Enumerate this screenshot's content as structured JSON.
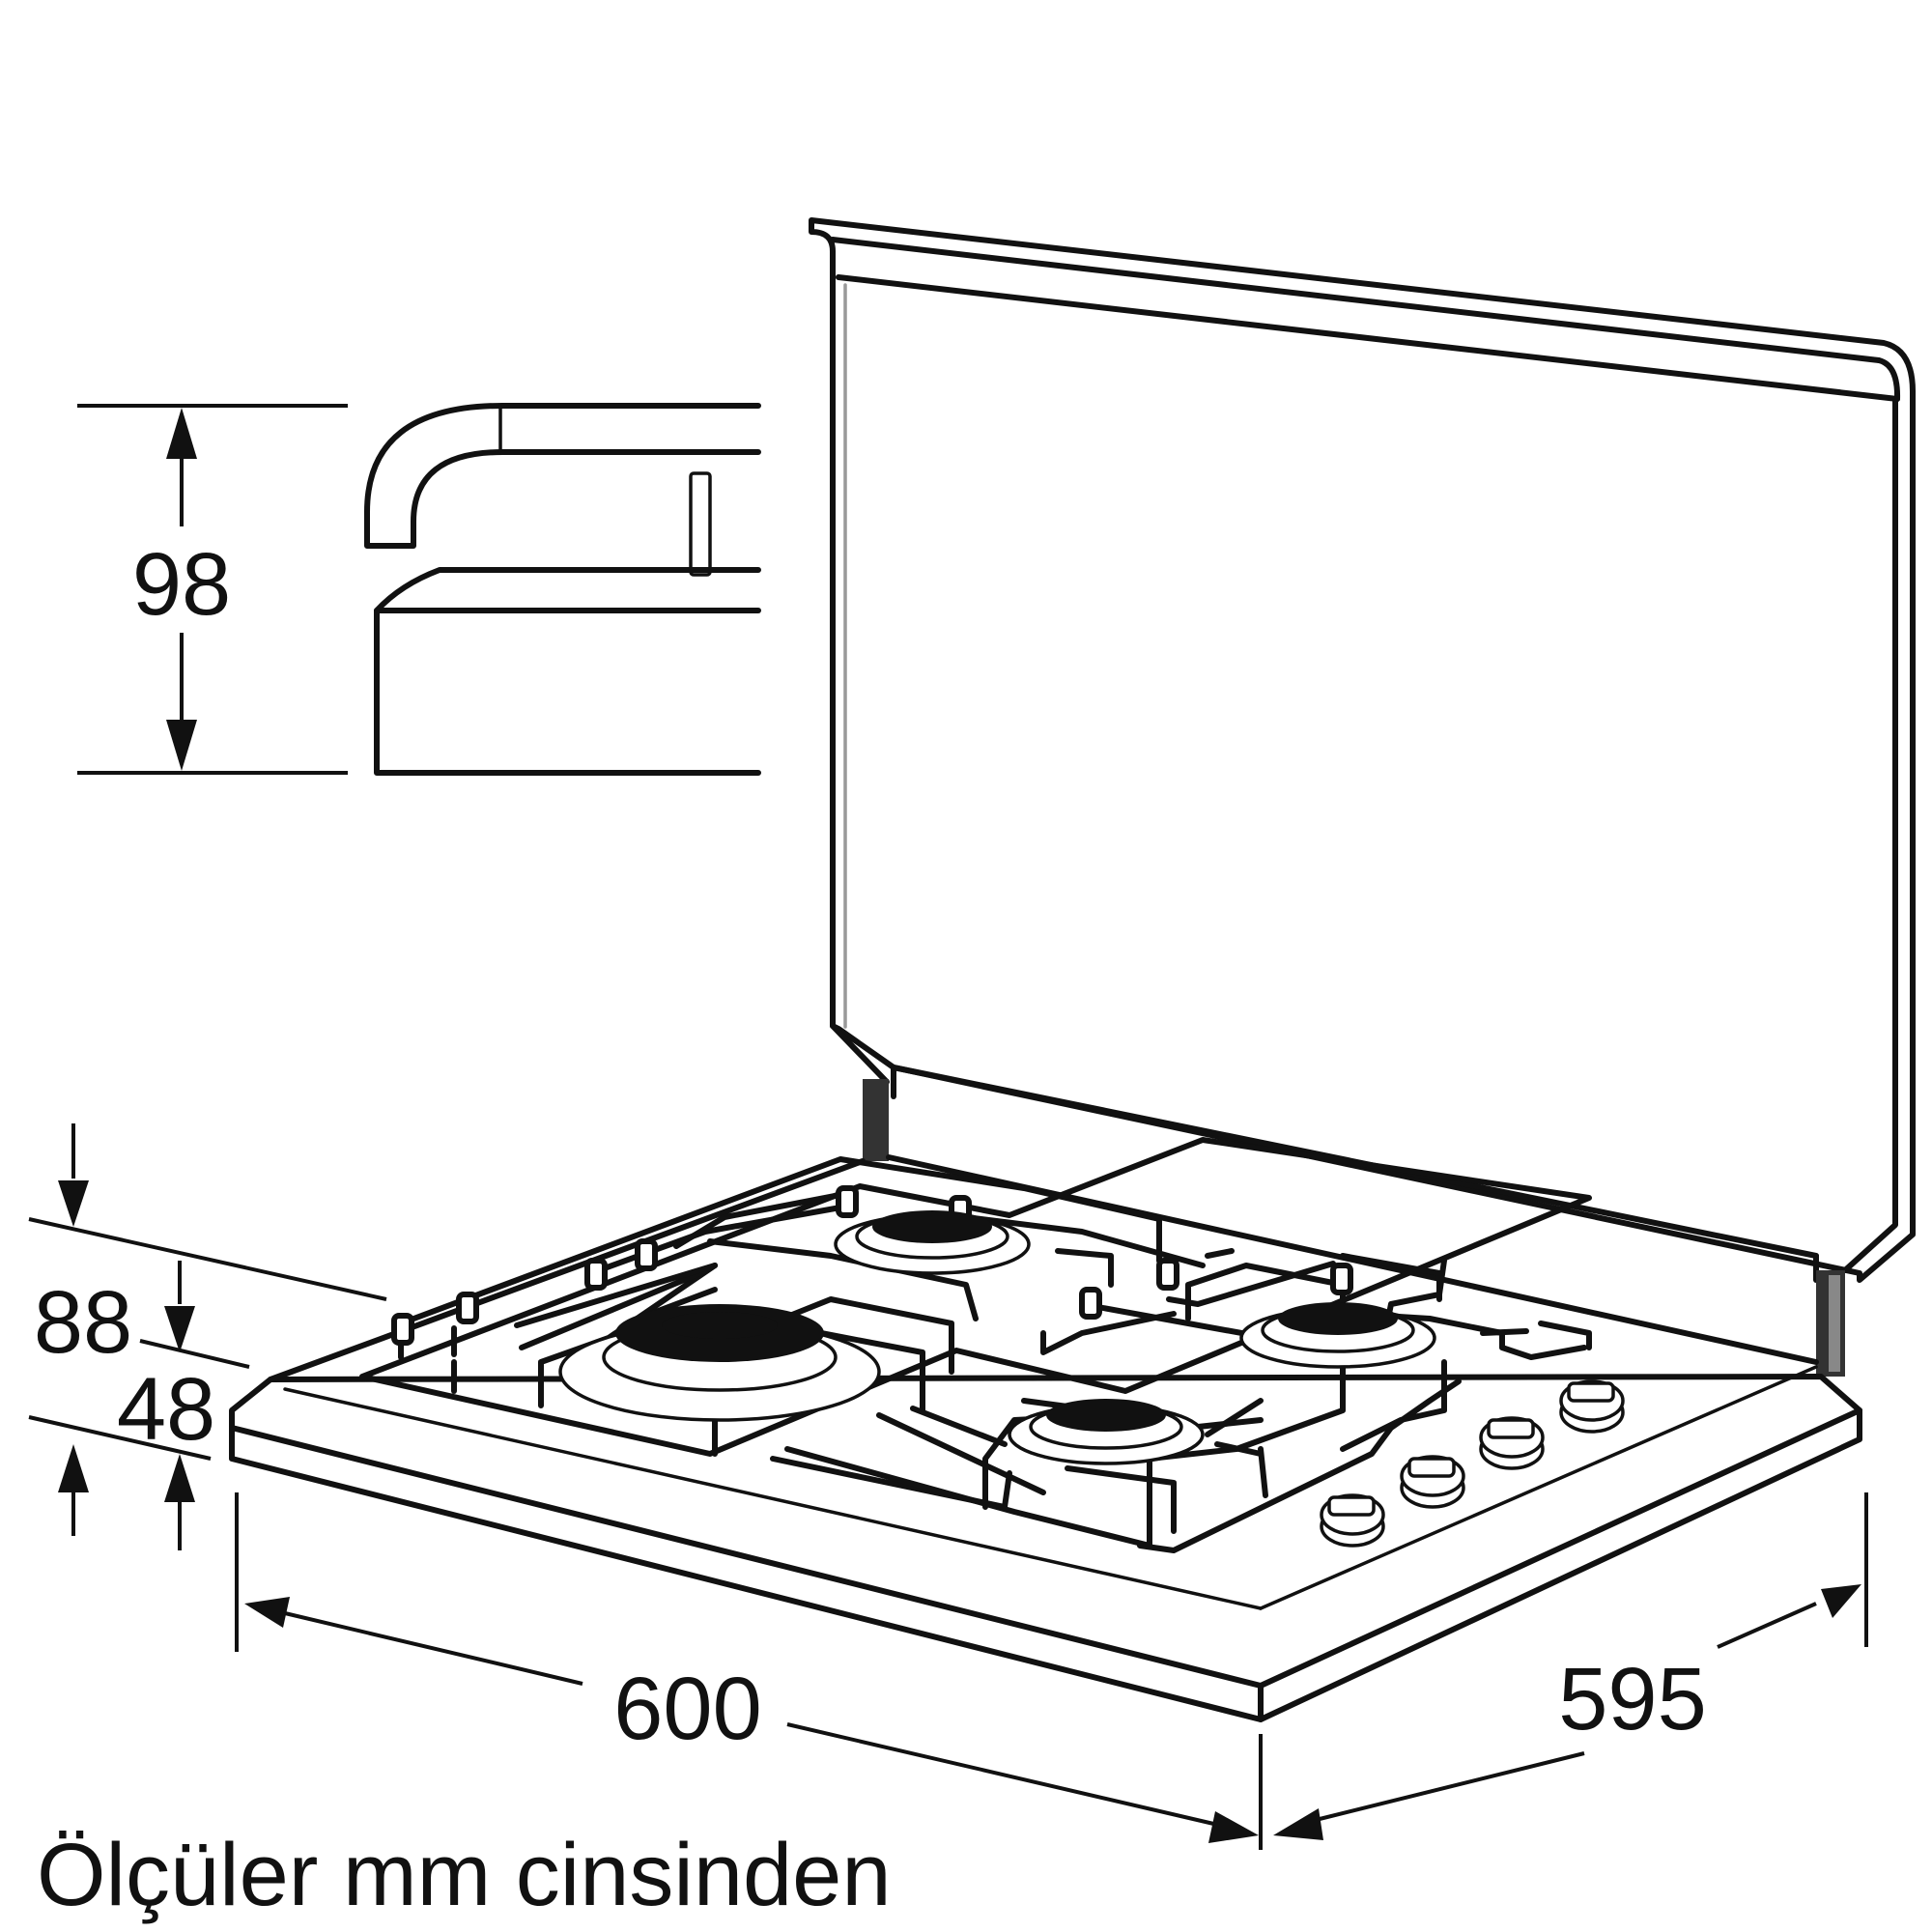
{
  "dimensions": {
    "cover_height": "98",
    "total_height": "88",
    "hob_height": "48",
    "width": "600",
    "depth": "595"
  },
  "caption": "Ölçüler mm cinsinden",
  "units": "mm",
  "colors": {
    "line": "#111111",
    "background": "#ffffff"
  }
}
